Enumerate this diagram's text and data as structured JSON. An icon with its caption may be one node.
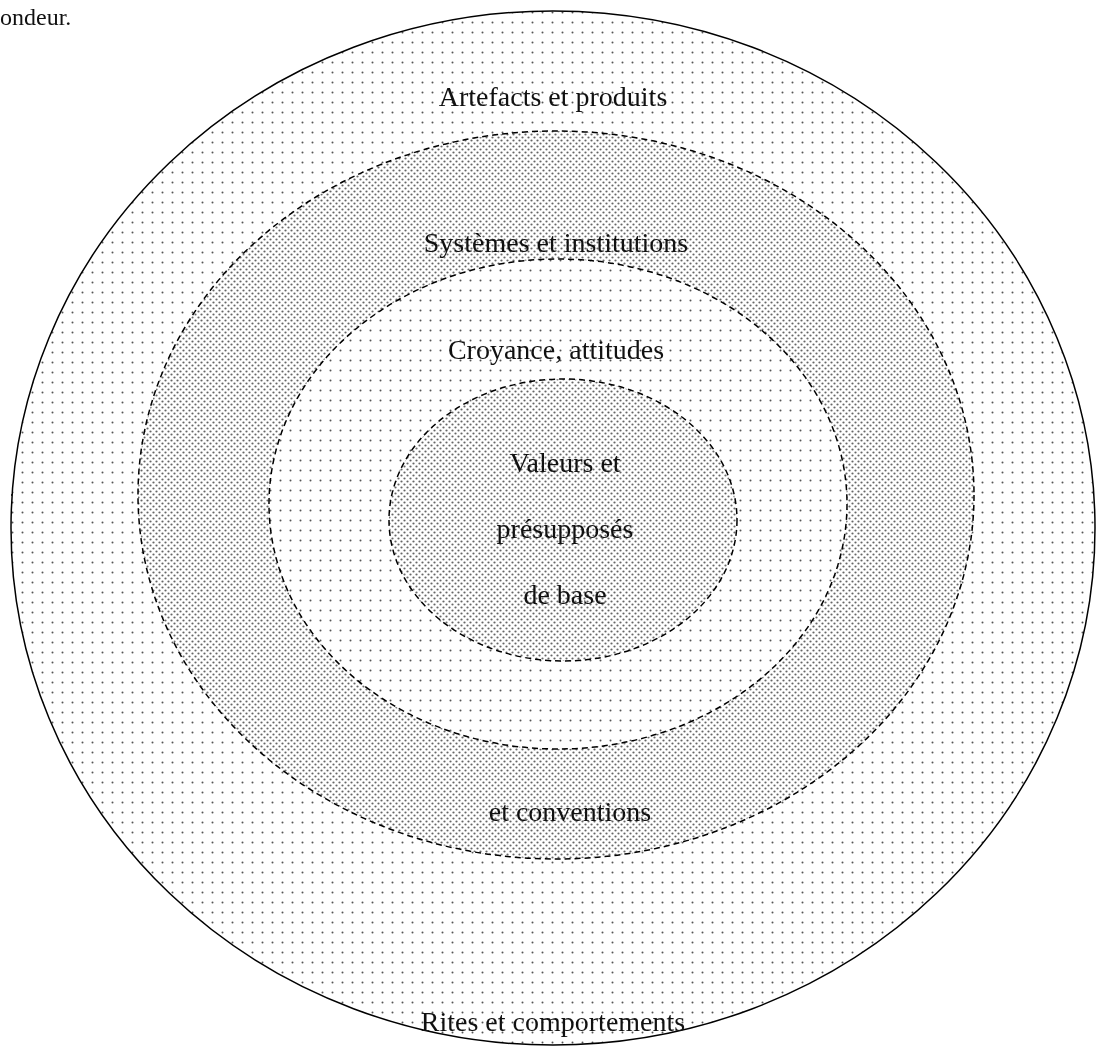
{
  "diagram": {
    "nodes": [
      {
        "text": [
          "Artefacts et produits",
          "Rites et comportements"
        ]
      },
      {
        "text": [
          "Systèmes et institutions",
          "et conventions"
        ],
        "in": 0
      },
      {
        "text": [
          "Croyance, attitudes"
        ],
        "in": 1
      },
      {
        "text": [
          "Valeurs et présupposés de base"
        ],
        "in": 2
      }
    ],
    "labels": [
      "ondeur."
    ]
  }
}
